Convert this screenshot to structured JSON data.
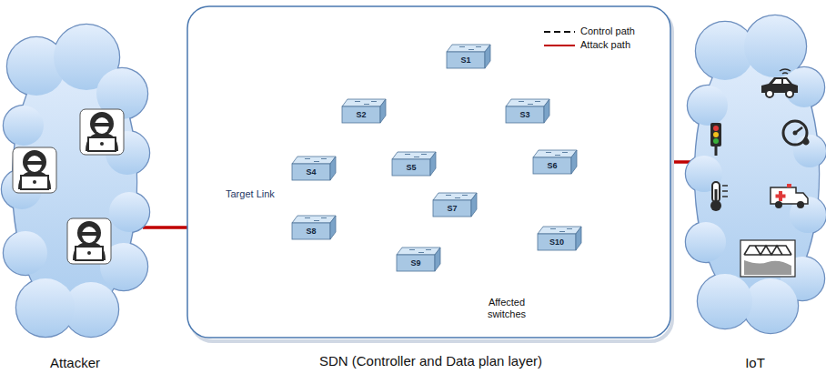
{
  "diagram": {
    "nodes": [
      {
        "text": [
          "Attacker"
        ]
      },
      {
        "text": [
          "SDN (Controller and Data plan layer)"
        ]
      },
      {
        "text": [
          "S1"
        ],
        "in": 1
      },
      {
        "text": [
          "S2"
        ],
        "in": 1
      },
      {
        "text": [
          "S3"
        ],
        "in": 1
      },
      {
        "text": [
          "S4"
        ],
        "in": 1
      },
      {
        "text": [
          "S5"
        ],
        "in": 1
      },
      {
        "text": [
          "S6"
        ],
        "in": 1
      },
      {
        "text": [
          "S7"
        ],
        "in": 1
      },
      {
        "text": [
          "S8"
        ],
        "in": 1
      },
      {
        "text": [
          "S9"
        ],
        "in": 1
      },
      {
        "text": [
          "S10"
        ],
        "in": 1
      },
      {
        "text": [
          "IoT"
        ]
      }
    ],
    "edges": [
      {
        "from": 2,
        "to": 3,
        "arrow": "none"
      },
      {
        "from": 2,
        "to": 6,
        "arrow": "none"
      },
      {
        "from": 2,
        "to": 6,
        "arrow": "none"
      },
      {
        "from": 2,
        "to": 4,
        "arrow": "none"
      },
      {
        "from": 2,
        "to": 4,
        "arrow": "none"
      },
      {
        "from": 3,
        "to": 5,
        "arrow": "none"
      },
      {
        "from": 3,
        "to": 6,
        "arrow": "none"
      },
      {
        "from": 3,
        "to": 6,
        "arrow": "none"
      },
      {
        "from": 4,
        "to": 6,
        "arrow": "none"
      },
      {
        "from": 4,
        "to": 7,
        "arrow": "none"
      },
      {
        "from": 4,
        "to": 7,
        "arrow": "none"
      },
      {
        "from": 5,
        "to": 6,
        "arrow": "none"
      },
      {
        "from": 5,
        "to": 6,
        "arrow": "none"
      },
      {
        "from": 5,
        "to": 9,
        "arrow": "none"
      },
      {
        "from": 9,
        "to": 6,
        "arrow": "to"
      },
      {
        "from": 6,
        "to": 9,
        "arrow": "none"
      },
      {
        "from": 6,
        "to": 7,
        "arrow": "to"
      },
      {
        "from": 6,
        "to": 7,
        "arrow": "none"
      },
      {
        "from": 6,
        "to": 8,
        "arrow": "none"
      },
      {
        "from": 7,
        "to": 8,
        "arrow": "none"
      },
      {
        "from": 7,
        "to": 11,
        "arrow": "none"
      },
      {
        "from": 8,
        "to": 9,
        "arrow": "none"
      },
      {
        "from": 9,
        "to": 8,
        "arrow": "none"
      },
      {
        "from": 8,
        "to": 10,
        "arrow": "none"
      },
      {
        "from": 8,
        "to": 11,
        "arrow": "none"
      },
      {
        "from": 8,
        "to": 11,
        "arrow": "none"
      },
      {
        "from": 9,
        "to": 10,
        "arrow": "none"
      },
      {
        "from": 9,
        "to": 10,
        "arrow": "none"
      },
      {
        "from": 10,
        "to": 11,
        "arrow": "none"
      },
      {
        "from": 0,
        "to": 9,
        "arrow": "to"
      },
      {
        "from": 12,
        "to": 7,
        "arrow": "to"
      }
    ],
    "labels": [
      "Target Link",
      "Affected switches"
    ],
    "legend": [
      {
        "text": "Control path"
      },
      {
        "text": "Attack path"
      }
    ]
  }
}
